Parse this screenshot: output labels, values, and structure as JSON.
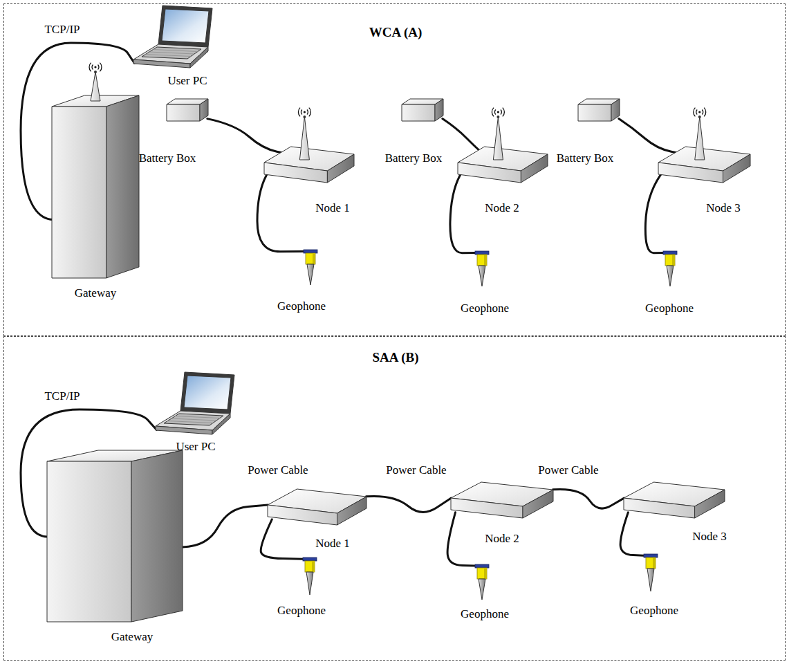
{
  "diagram": {
    "nodes": [
      {
        "text": [
          "WCA (A)"
        ]
      },
      {
        "text": [
          "User PC"
        ],
        "in": 0
      },
      {
        "text": [
          "Gateway"
        ],
        "in": 0
      },
      {
        "text": [
          "Battery Box"
        ],
        "in": 0
      },
      {
        "text": [
          "Node 1"
        ],
        "in": 0
      },
      {
        "text": [
          "Geophone"
        ],
        "in": 0
      },
      {
        "text": [
          "Battery Box"
        ],
        "in": 0
      },
      {
        "text": [
          "Node 2"
        ],
        "in": 0
      },
      {
        "text": [
          "Geophone"
        ],
        "in": 0
      },
      {
        "text": [
          "Battery Box"
        ],
        "in": 0
      },
      {
        "text": [
          "Node 3"
        ],
        "in": 0
      },
      {
        "text": [
          "Geophone"
        ],
        "in": 0
      },
      {
        "text": [
          "SAA (B)"
        ]
      },
      {
        "text": [
          "User PC"
        ],
        "in": 12
      },
      {
        "text": [
          "Gateway"
        ],
        "in": 12
      },
      {
        "text": [
          "Node 1"
        ],
        "in": 12
      },
      {
        "text": [
          "Geophone"
        ],
        "in": 12
      },
      {
        "text": [
          "Node 2"
        ],
        "in": 12
      },
      {
        "text": [
          "Geophone"
        ],
        "in": 12
      },
      {
        "text": [
          "Node 3"
        ],
        "in": 12
      },
      {
        "text": [
          "Geophone"
        ],
        "in": 12
      }
    ],
    "edges": [
      {
        "from": 2,
        "to": 1,
        "label": "TCP/IP",
        "arrow": "none"
      },
      {
        "from": 3,
        "to": 4,
        "arrow": "none"
      },
      {
        "from": 4,
        "to": 5,
        "arrow": "none"
      },
      {
        "from": 6,
        "to": 7,
        "arrow": "none"
      },
      {
        "from": 7,
        "to": 8,
        "arrow": "none"
      },
      {
        "from": 9,
        "to": 10,
        "arrow": "none"
      },
      {
        "from": 10,
        "to": 11,
        "arrow": "none"
      },
      {
        "from": 14,
        "to": 13,
        "label": "TCP/IP",
        "arrow": "none"
      },
      {
        "from": 14,
        "to": 15,
        "label": "Power Cable",
        "arrow": "none"
      },
      {
        "from": 15,
        "to": 16,
        "arrow": "none"
      },
      {
        "from": 15,
        "to": 17,
        "label": "Power Cable",
        "arrow": "none"
      },
      {
        "from": 17,
        "to": 18,
        "arrow": "none"
      },
      {
        "from": 17,
        "to": 19,
        "label": "Power Cable",
        "arrow": "none"
      },
      {
        "from": 19,
        "to": 20,
        "arrow": "none"
      }
    ]
  }
}
